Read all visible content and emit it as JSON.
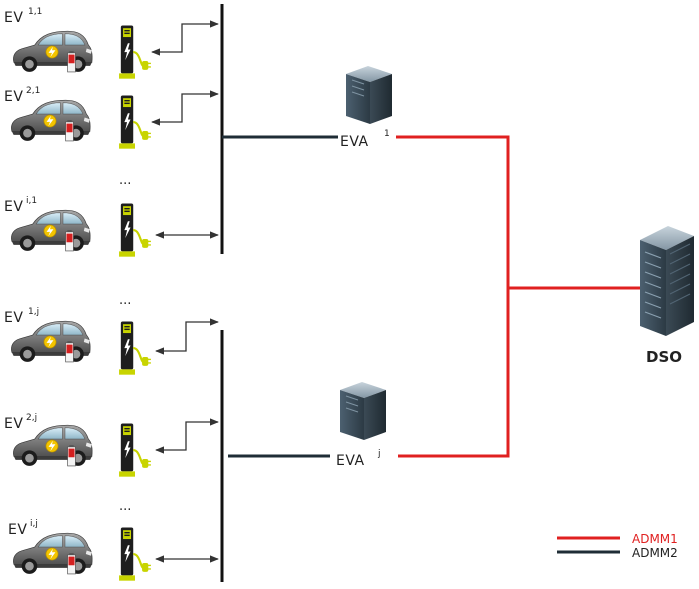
{
  "ev_groups": [
    {
      "rows": [
        {
          "base": "EV",
          "sup": "1,1"
        },
        {
          "base": "EV",
          "sup": "2,1"
        },
        {
          "base": "EV",
          "sup": "i,1"
        }
      ],
      "ellipsis": "..."
    },
    {
      "rows": [
        {
          "base": "EV",
          "sup": "1,j"
        },
        {
          "base": "EV",
          "sup": "2,j"
        },
        {
          "base": "EV",
          "sup": "i,j"
        }
      ],
      "ellipsis": "..."
    }
  ],
  "between_groups_ellipsis": "...",
  "aggregators": [
    {
      "base": "EVA",
      "sup": "1"
    },
    {
      "base": "EVA",
      "sup": "j"
    }
  ],
  "dso": {
    "label": "DSO"
  },
  "legend": [
    {
      "label": "ADMM1",
      "color": "#e02020"
    },
    {
      "label": "ADMM2",
      "color": "#1f2d36"
    }
  ],
  "colors": {
    "admm1": "#e02020",
    "admm2": "#1f2d36",
    "bus": "#111111",
    "charger_accent": "#c8d400"
  }
}
